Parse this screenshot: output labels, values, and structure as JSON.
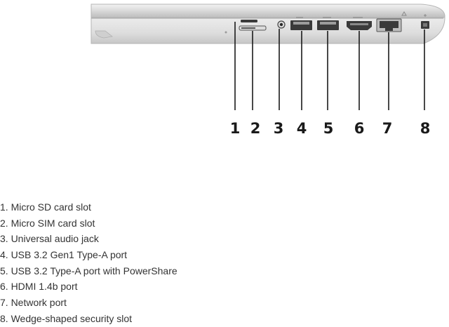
{
  "callouts": [
    "1",
    "2",
    "3",
    "4",
    "5",
    "6",
    "7",
    "8"
  ],
  "ports": [
    "1. Micro SD card slot",
    "2. Micro SIM card slot",
    "3. Universal audio jack",
    "4. USB 3.2 Gen1 Type-A port",
    "5. USB 3.2 Type-A port with PowerShare",
    "6. HDMI 1.4b port",
    "7. Network port",
    "8. Wedge-shaped security slot"
  ],
  "colors": {
    "chassis_light": "#e4e4e4",
    "chassis_dark": "#c8c8c8",
    "port_fill": "#3a3a3a",
    "leader_line": "#1a1a1a"
  },
  "icons": [
    "micro-sd-slot-icon",
    "micro-sim-slot-icon",
    "audio-jack-icon",
    "usb-port-icon",
    "usb-powershare-port-icon",
    "hdmi-port-icon",
    "ethernet-port-icon",
    "security-slot-icon"
  ]
}
